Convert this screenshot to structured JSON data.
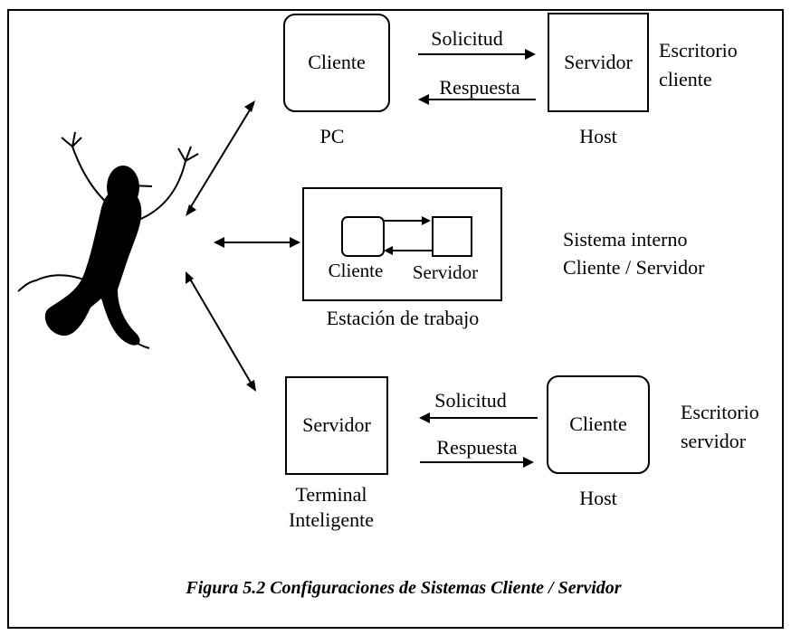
{
  "top": {
    "left_box": "Cliente",
    "right_box": "Servidor",
    "arrow_top_label": "Solicitud",
    "arrow_bottom_label": "Respuesta",
    "left_caption": "PC",
    "right_caption": "Host",
    "side_label_line1": "Escritorio",
    "side_label_line2": "cliente"
  },
  "middle": {
    "inner_left_label": "Cliente",
    "inner_right_label": "Servidor",
    "caption": "Estación de trabajo",
    "side_label_line1": "Sistema interno",
    "side_label_line2": "Cliente / Servidor"
  },
  "bottom": {
    "left_box": "Servidor",
    "right_box": "Cliente",
    "arrow_top_label": "Solicitud",
    "arrow_bottom_label": "Respuesta",
    "left_caption_line1": "Terminal",
    "left_caption_line2": "Inteligente",
    "right_caption": "Host",
    "side_label_line1": "Escritorio",
    "side_label_line2": "servidor"
  },
  "figure_caption": "Figura 5.2 Configuraciones de Sistemas Cliente / Servidor"
}
